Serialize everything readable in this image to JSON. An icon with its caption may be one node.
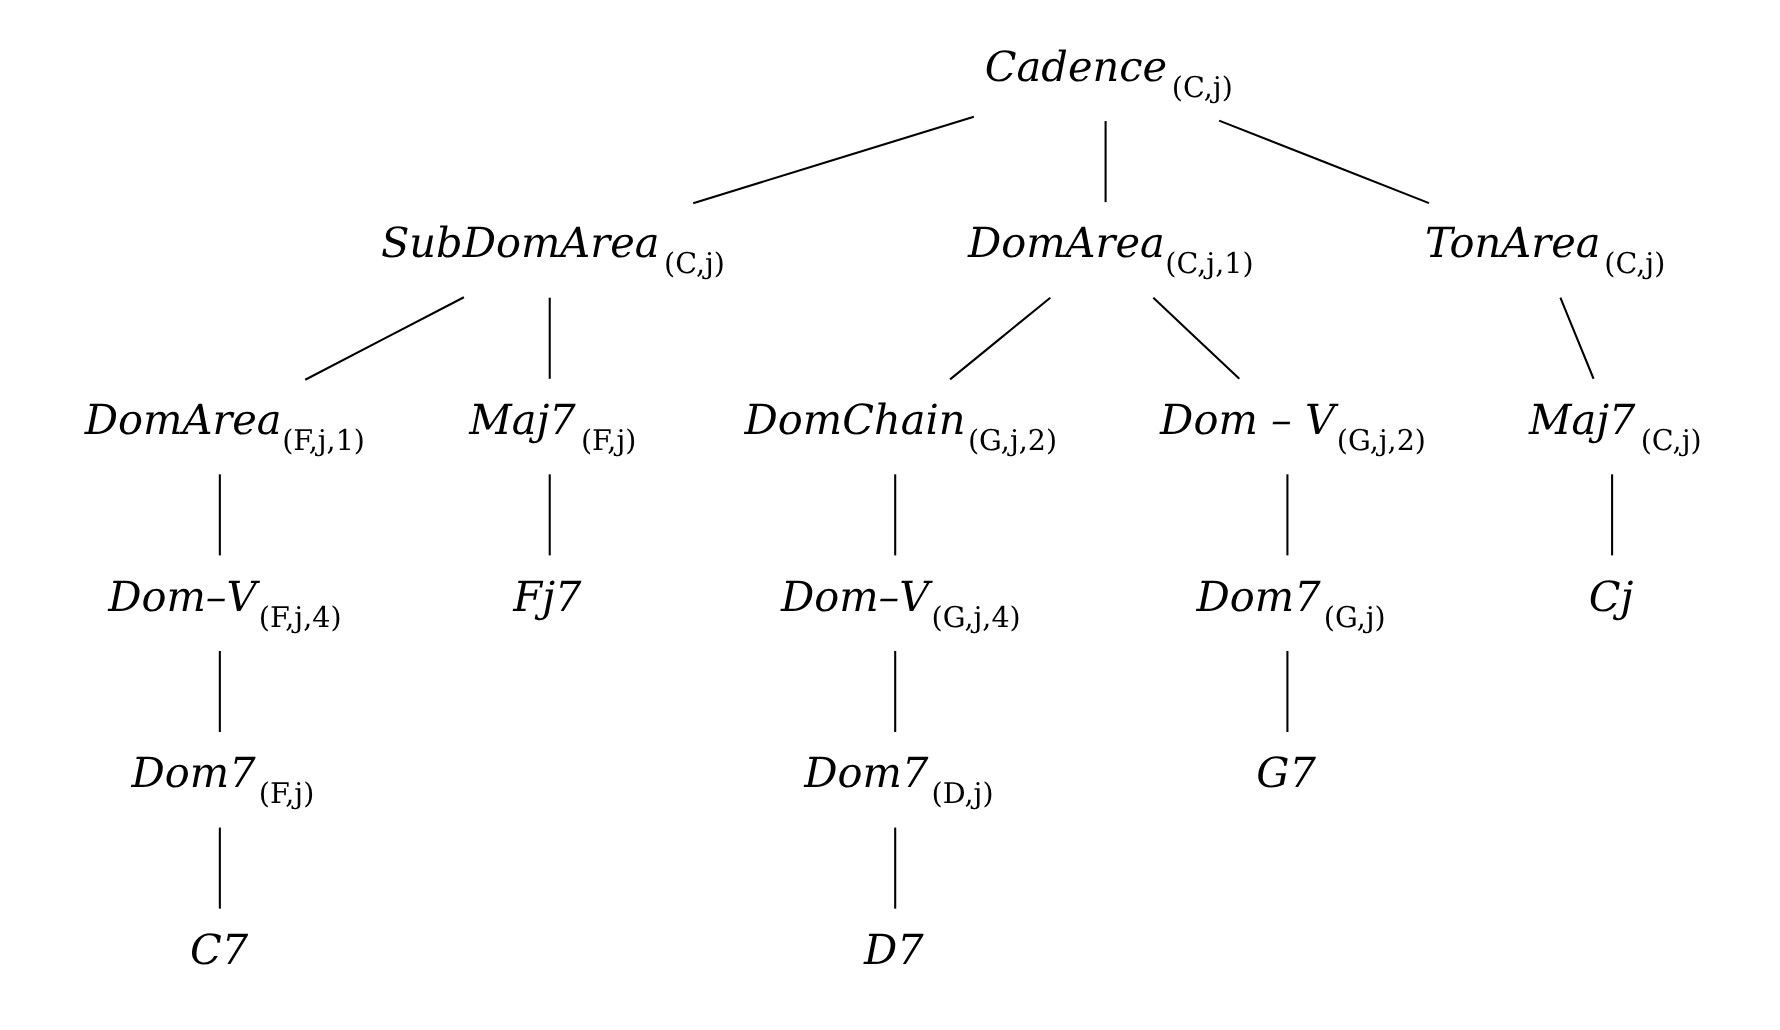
{
  "diagram": {
    "nodes": [
      {
        "text": [
          "Cadence$_{(C,j)}$"
        ]
      },
      {
        "text": [
          "SubDomArea$_{(C,j)}$"
        ]
      },
      {
        "text": [
          "DomArea$_{(C,j,1)}$"
        ]
      },
      {
        "text": [
          "TonArea$_{(C,j)}$"
        ]
      },
      {
        "text": [
          "DomArea$_{(F,j,1)}$"
        ]
      },
      {
        "text": [
          "DomChain$_{(G,j,2)}$"
        ]
      },
      {
        "text": [
          "Dom–V$_{(F,j,4)}$"
        ]
      },
      {
        "text": [
          "Dom–V$_{(G,j,4)}$"
        ]
      },
      {
        "text": [
          "Dom – V$_{(G,j,2)}$"
        ]
      },
      {
        "text": [
          "Dom7$_{(F,j)}$"
        ]
      },
      {
        "text": [
          "Maj7$_{(F,j)}$"
        ]
      },
      {
        "text": [
          "Dom7$_{(D,j)}$"
        ]
      },
      {
        "text": [
          "Dom7$_{(G,j)}$"
        ]
      },
      {
        "text": [
          "Maj7$_{(C,j)}$"
        ]
      },
      {
        "text": [
          "C7"
        ]
      },
      {
        "text": [
          "Fj7"
        ]
      },
      {
        "text": [
          "D7"
        ]
      },
      {
        "text": [
          "G7"
        ]
      },
      {
        "text": [
          "Cj"
        ]
      }
    ],
    "edges": [
      {
        "from": 0,
        "to": 1,
        "arrow": "none"
      },
      {
        "from": 0,
        "to": 2,
        "arrow": "none"
      },
      {
        "from": 0,
        "to": 3,
        "arrow": "none"
      },
      {
        "from": 1,
        "to": 4,
        "arrow": "none"
      },
      {
        "from": 1,
        "to": 10,
        "arrow": "none"
      },
      {
        "from": 2,
        "to": 5,
        "arrow": "none"
      },
      {
        "from": 2,
        "to": 8,
        "arrow": "none"
      },
      {
        "from": 3,
        "to": 13,
        "arrow": "none"
      },
      {
        "from": 4,
        "to": 6,
        "arrow": "none"
      },
      {
        "from": 6,
        "to": 9,
        "arrow": "none"
      },
      {
        "from": 9,
        "to": 14,
        "arrow": "none"
      },
      {
        "from": 10,
        "to": 15,
        "arrow": "none"
      },
      {
        "from": 5,
        "to": 7,
        "arrow": "none"
      },
      {
        "from": 7,
        "to": 11,
        "arrow": "none"
      },
      {
        "from": 11,
        "to": 16,
        "arrow": "none"
      },
      {
        "from": 8,
        "to": 12,
        "arrow": "none"
      },
      {
        "from": 12,
        "to": 17,
        "arrow": "none"
      },
      {
        "from": 13,
        "to": 18,
        "arrow": "none"
      }
    ]
  }
}
